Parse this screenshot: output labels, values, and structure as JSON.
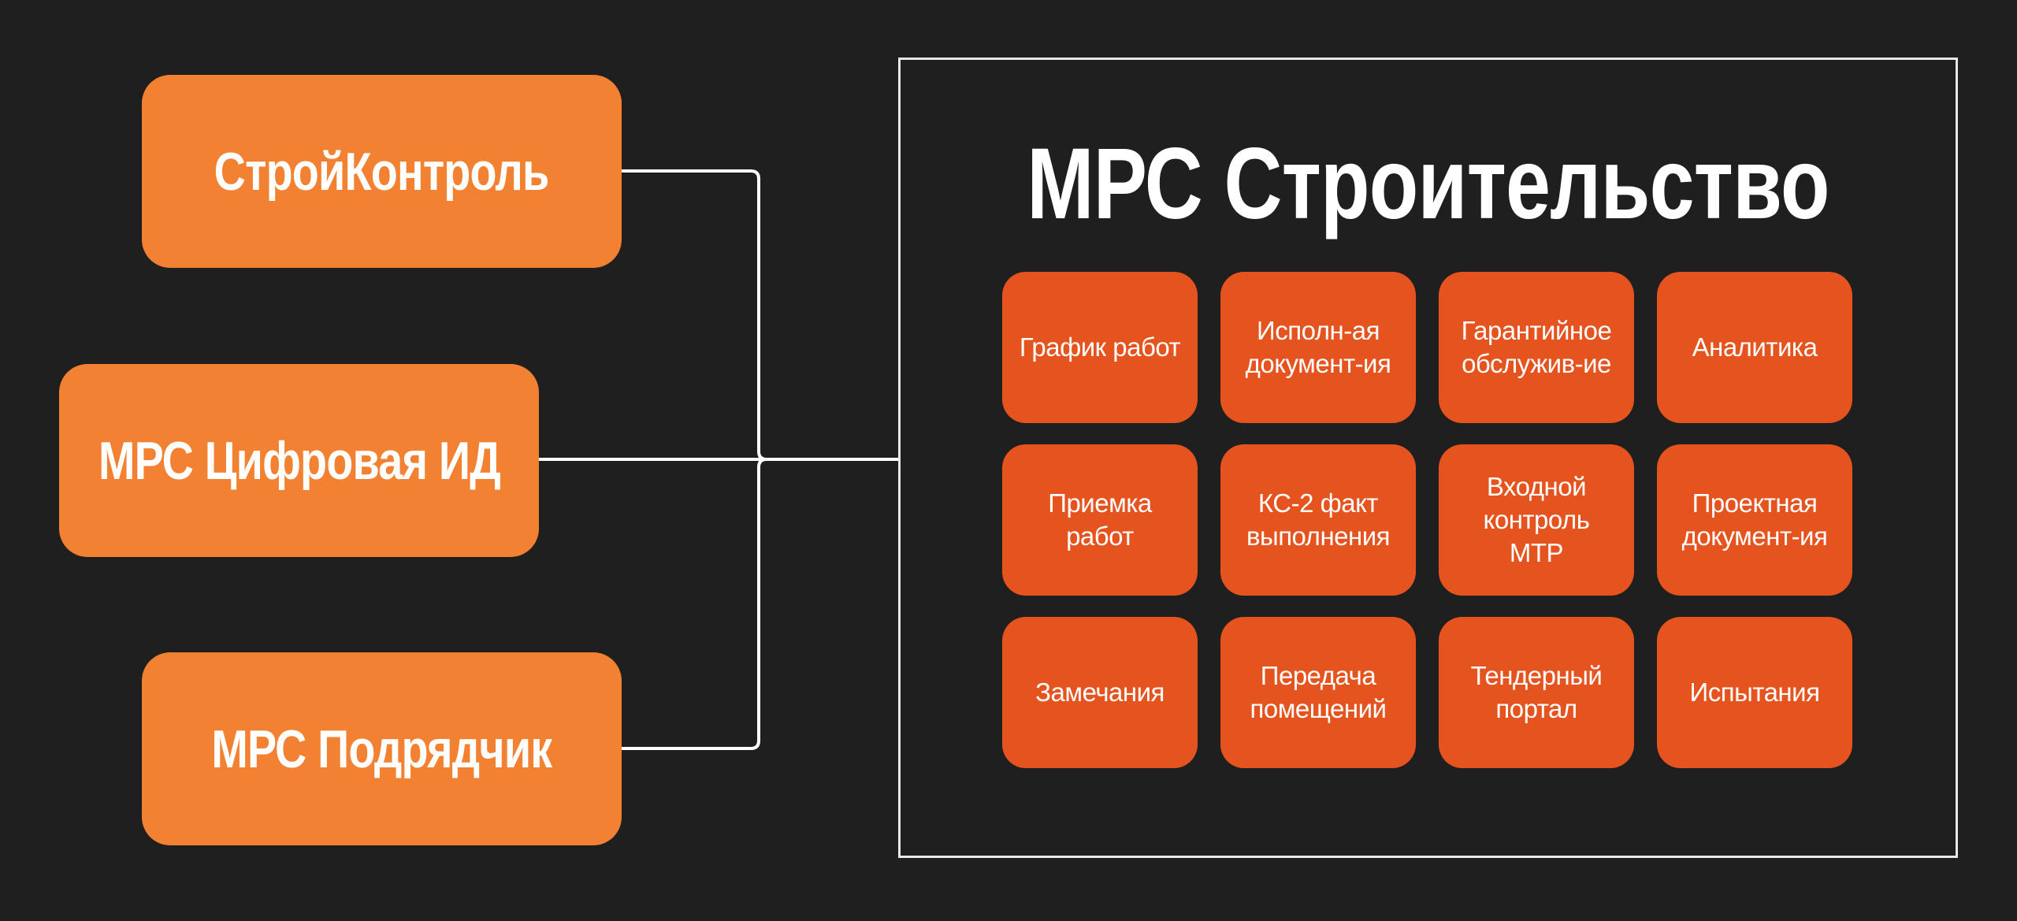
{
  "sources": [
    {
      "label": "СтройКонтроль"
    },
    {
      "label": "МРС Цифровая ИД"
    },
    {
      "label": "МРС Подрядчик"
    }
  ],
  "target": {
    "title": "МРС Строительство",
    "modules": [
      "График работ",
      "Исполн-ая\nдокумент-ия",
      "Гарантийное\nобслужив-ие",
      "Аналитика",
      "Приемка\nработ",
      "КС-2 факт\nвыполнения",
      "Входной\nконтроль\nМТР",
      "Проектная\nдокумент-ия",
      "Замечания",
      "Передача\nпомещений",
      "Тендерный\nпортал",
      "Испытания"
    ]
  },
  "colors": {
    "background": "#1f1f1f",
    "source": "#f38132",
    "module": "#e5531e",
    "line": "#ffffff"
  }
}
